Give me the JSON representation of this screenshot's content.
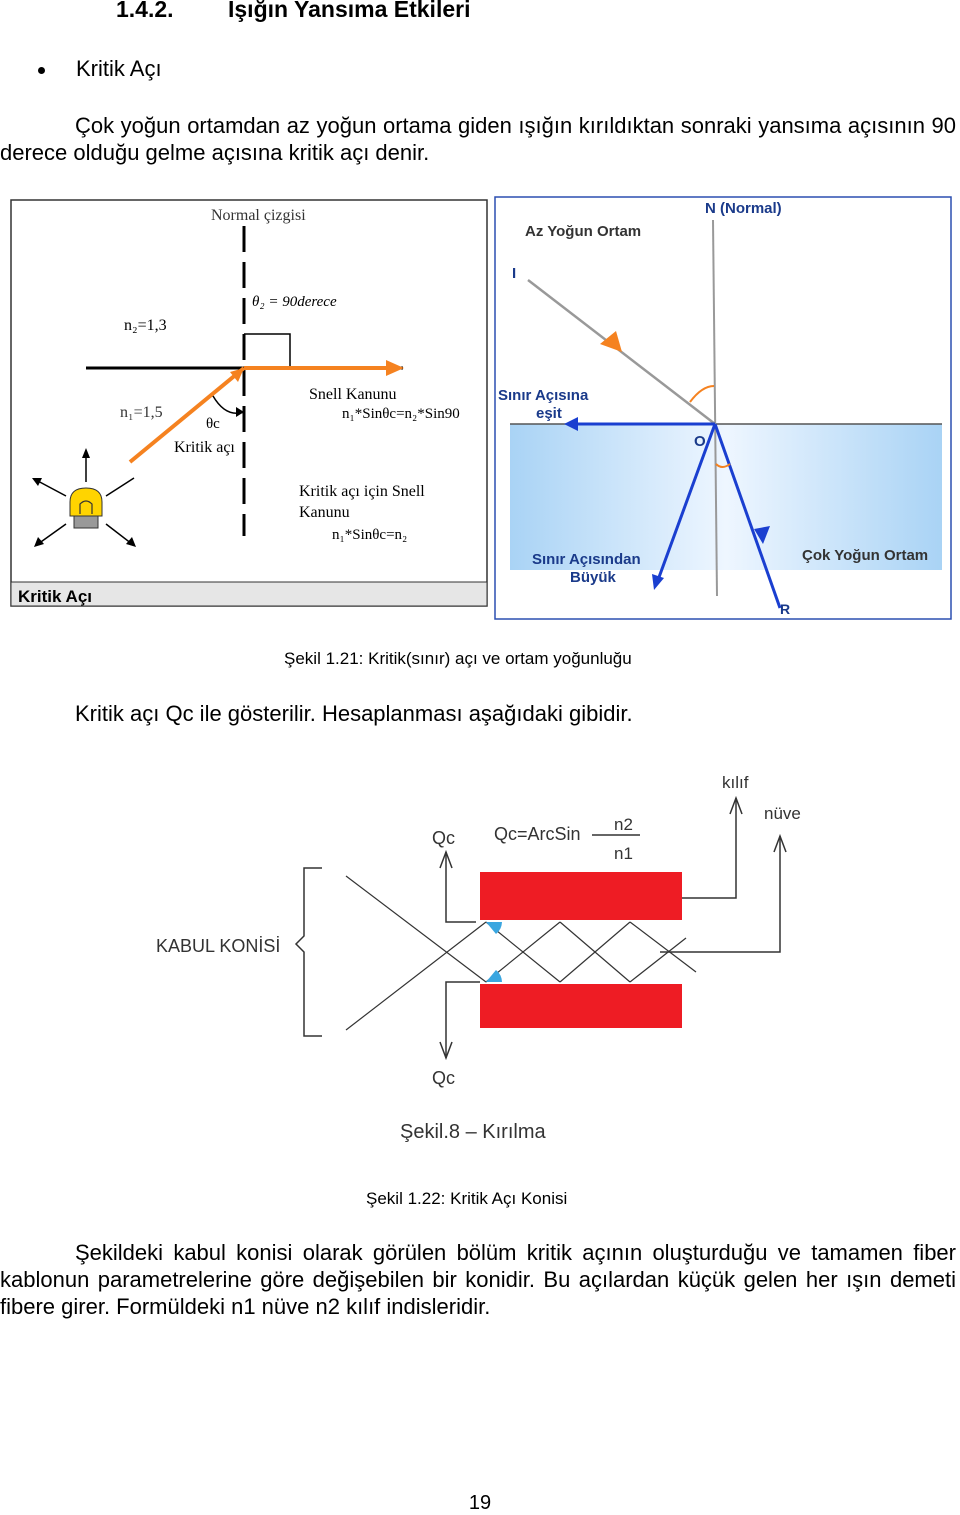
{
  "heading": {
    "number": "1.4.2.",
    "title": "Işığın Yansıma Etkileri"
  },
  "bullet": {
    "text": "Kritik Açı"
  },
  "paragraph1": "Çok yoğun ortamdan az yoğun ortama giden ışığın kırıldıktan sonraki yansıma açısının 90 derece olduğu gelme açısına kritik açı denir.",
  "figure1": {
    "left_panel": {
      "normal_label": "Normal çizgisi",
      "theta2_label": "θ₂ = 90derece",
      "n2_label": "n₂=1,3",
      "n1_label": "n₁=1,5",
      "theta_c_label": "θc",
      "critical_angle_label": "Kritik açı",
      "snell_title": "Snell Kanunu",
      "snell_formula": "n₁*Sinθc=n₂*Sin90",
      "snell_critical_title_1": "Kritik açı için Snell",
      "snell_critical_title_2": "Kanunu",
      "snell_critical_formula": "n₁*Sinθc=n₂",
      "footer": "Kritik Açı"
    },
    "right_panel": {
      "normal_label": "N (Normal)",
      "top_medium": "Az Yoğun Ortam",
      "ray_i": "I",
      "equal_label_1": "Sınır Açısına",
      "equal_label_2": "eşit",
      "point_o": "O",
      "greater_label_1": "Sınır Açısından",
      "greater_label_2": "Büyük",
      "bottom_medium": "Çok Yoğun Ortam",
      "ray_r": "R"
    },
    "caption": "Şekil 1.21: Kritik(sınır) açı ve ortam yoğunluğu"
  },
  "paragraph2": "Kritik açı Qc ile gösterilir. Hesaplanması aşağıdaki gibidir.",
  "figure2": {
    "qc_top": "Qc",
    "formula_prefix": "Qc=ArcSin",
    "numerator": "n2",
    "denominator": "n1",
    "cladding": "kılıf",
    "core": "nüve",
    "cone_label": "KABUL KONİSİ",
    "qc_bottom": "Qc",
    "inner_caption": "Şekil.8 – Kırılma",
    "caption": "Şekil 1.22: Kritik Açı Konisi",
    "colors": {
      "cladding_red": "#ee1c24",
      "angle_blue": "#3aa6e0"
    }
  },
  "paragraph3": "Şekildeki kabul konisi olarak görülen bölüm kritik açının oluşturduğu ve tamamen fiber kablonun parametrelerine göre değişebilen bir konidir. Bu açılardan küçük gelen her ışın demeti fibere girer. Formüldeki n1 nüve n2 kılıf indisleridir.",
  "page_number": "19"
}
